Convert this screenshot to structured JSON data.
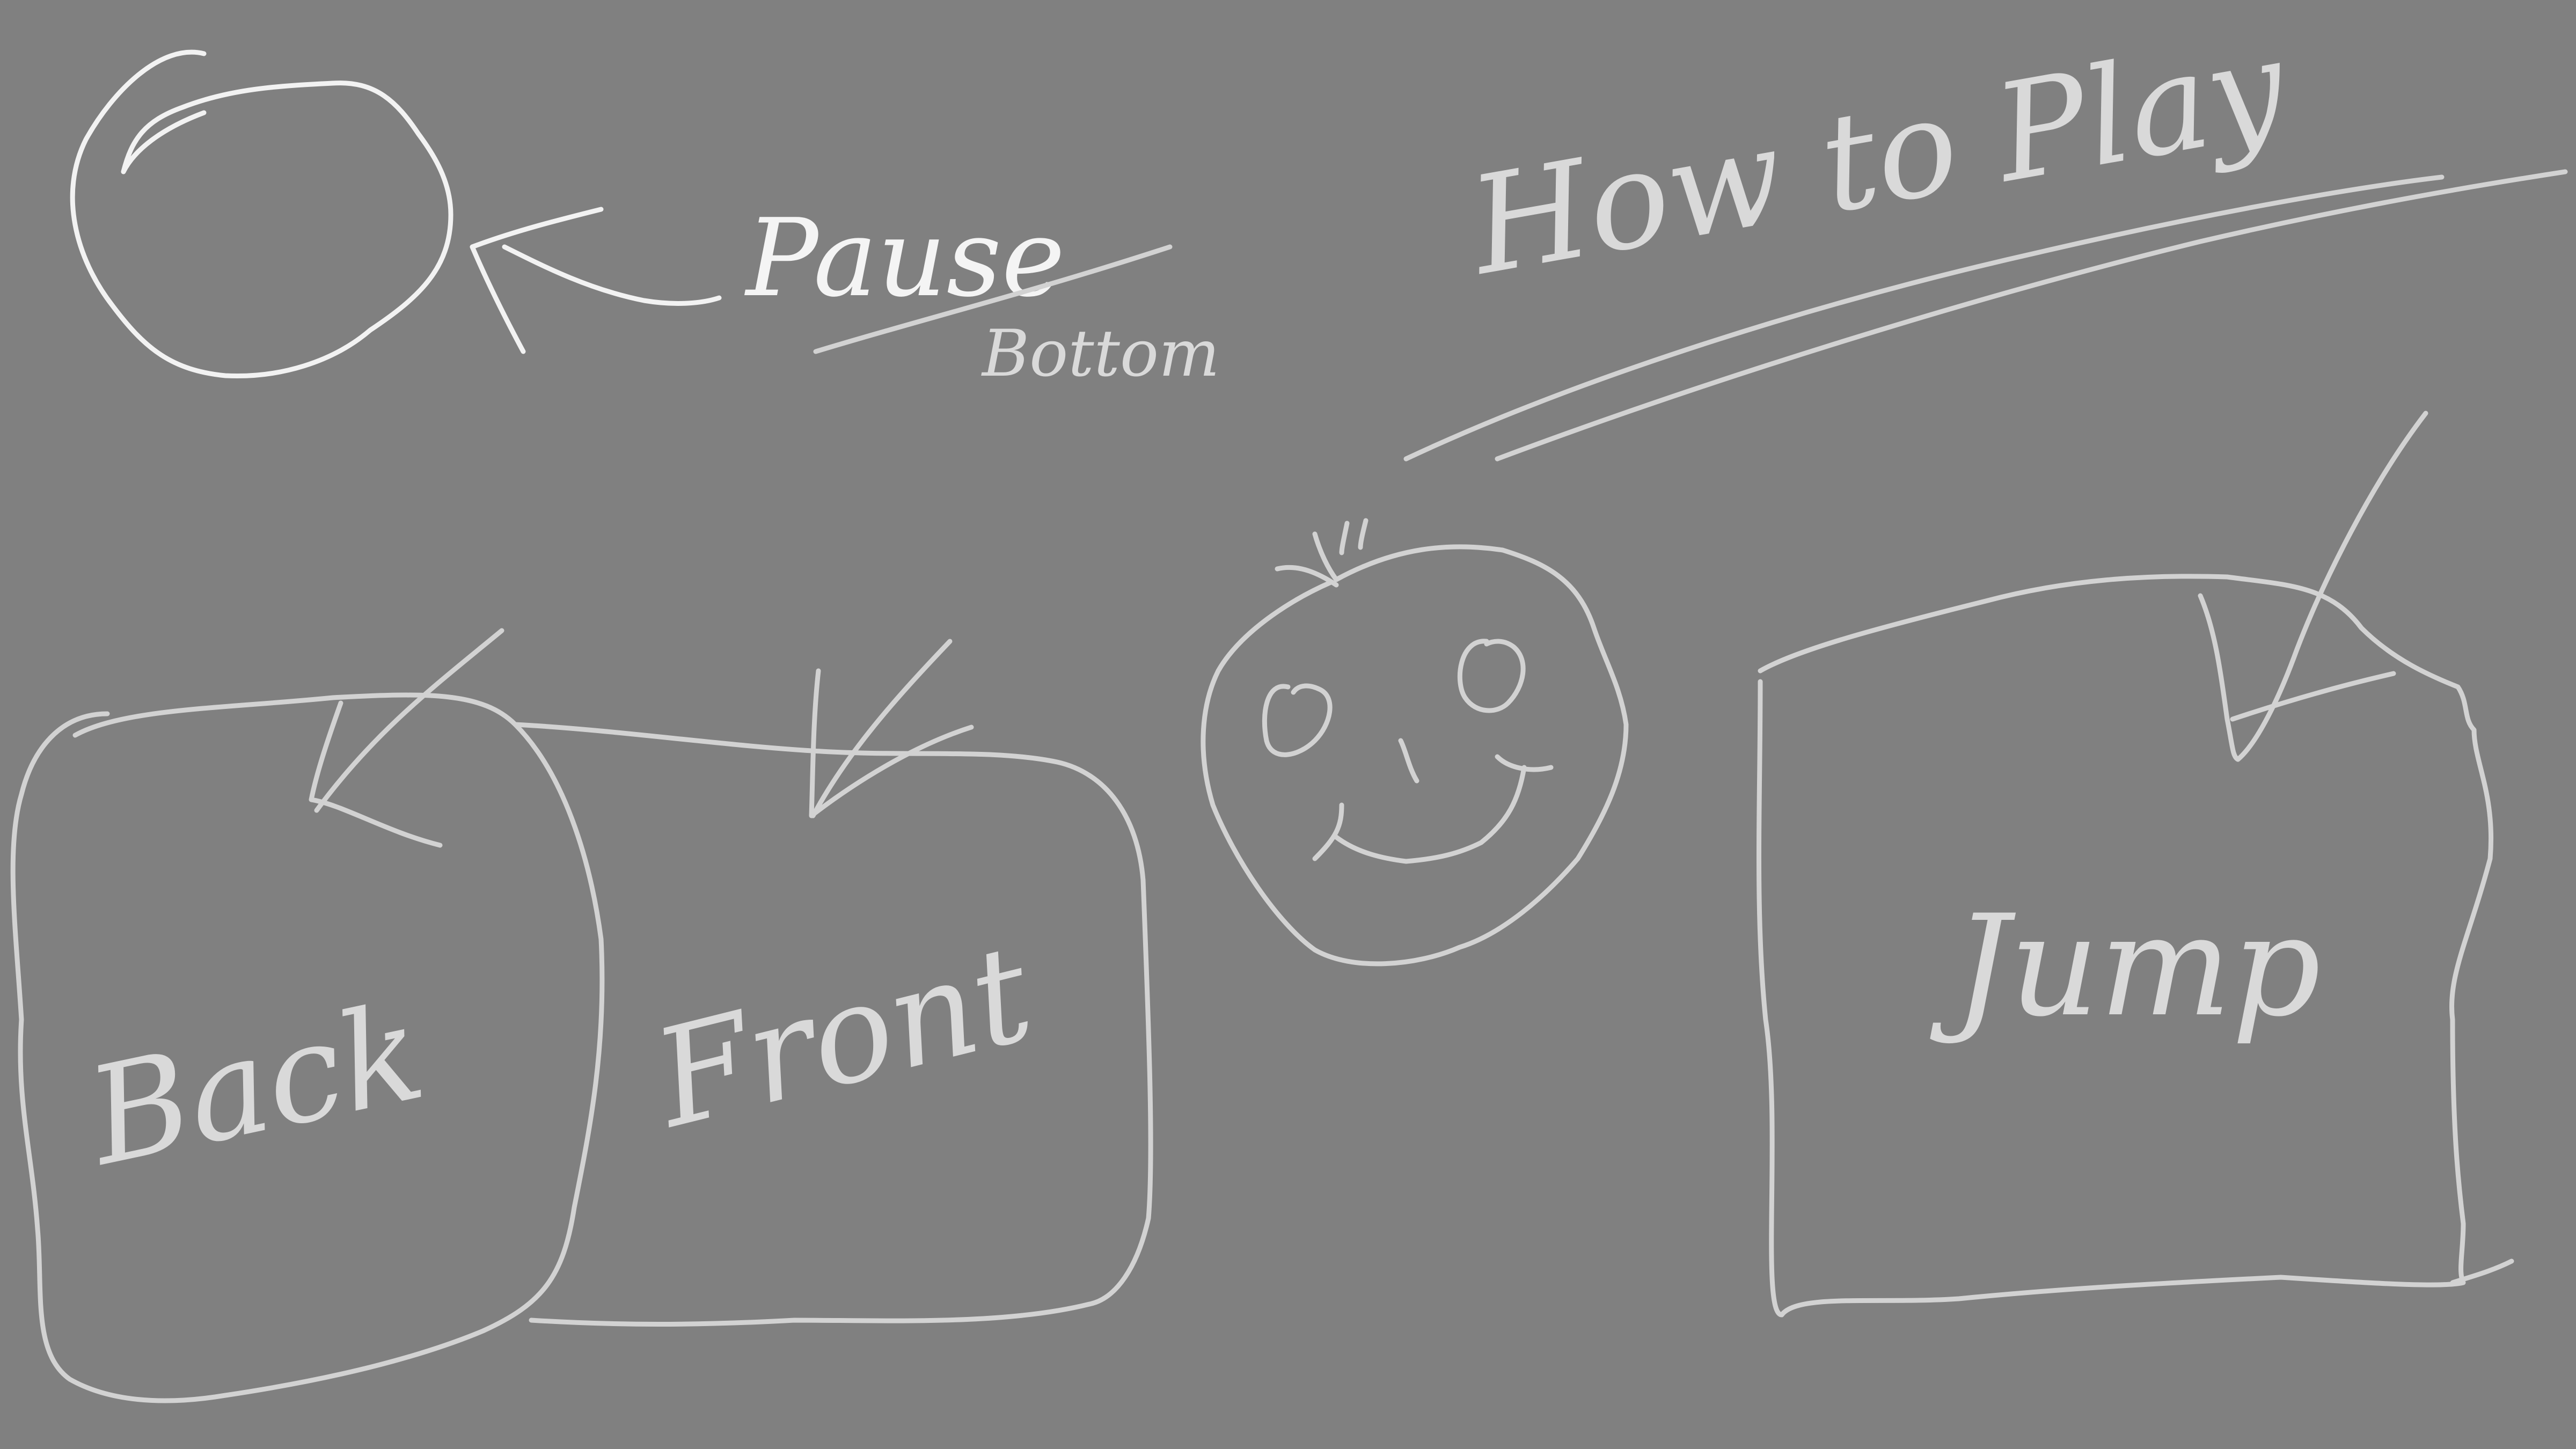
{
  "sketch": {
    "background_color": "#808080",
    "stroke_color": "#d2d2d2",
    "highlight_color": "#f2f2f2",
    "title": "How to Play",
    "pause_label": "Pause",
    "pause_sublabel": "Bottom",
    "back_label": "Back",
    "front_label": "Front",
    "jump_label": "Jump",
    "icons": {
      "pause": "circle-button-sketch",
      "character": "smiley-face-sketch"
    }
  }
}
